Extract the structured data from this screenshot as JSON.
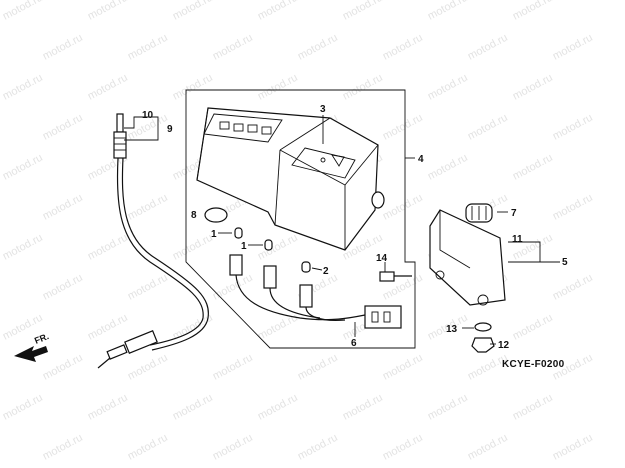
{
  "watermark": "motod.ru",
  "diagram_code": "KCYE-F0200",
  "direction_label": "FR.",
  "callouts": [
    "1",
    "1",
    "2",
    "3",
    "4",
    "5",
    "6",
    "7",
    "8",
    "9",
    "10",
    "11",
    "12",
    "13",
    "14"
  ]
}
